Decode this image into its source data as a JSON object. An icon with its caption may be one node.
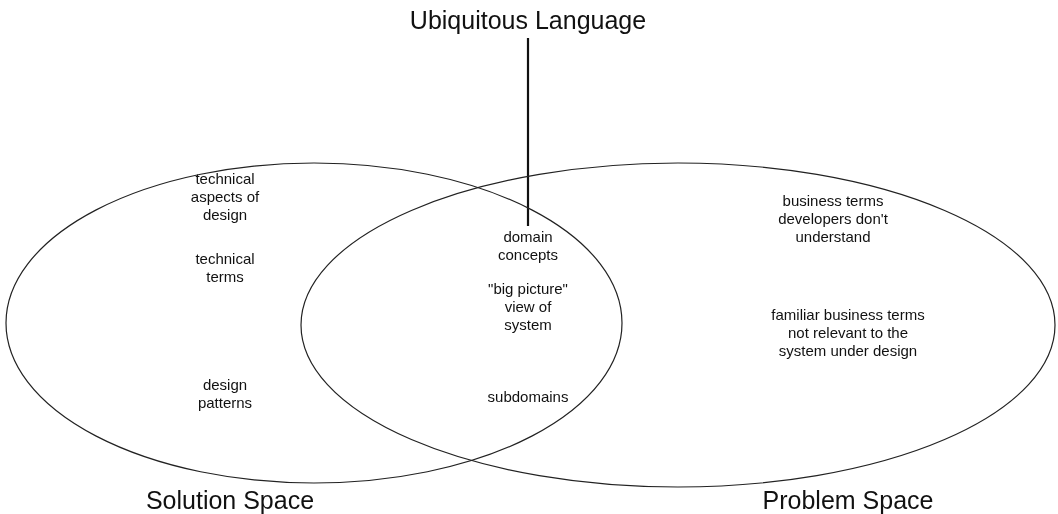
{
  "diagram": {
    "nodes": [
      {
        "text": [
          "Ubiquitous Language"
        ]
      },
      {
        "text": [
          "Solution Space"
        ]
      },
      {
        "text": [
          "Problem Space"
        ]
      },
      {
        "text": [
          "domain concepts"
        ]
      }
    ],
    "edges": [
      {
        "from": 0,
        "to": 3,
        "arrow": "none"
      }
    ],
    "labels": [
      "technical aspects of design",
      "business terms developers don't understand",
      "technical terms",
      "\"big picture\" view of system",
      "familiar business terms not relevant to the system under design",
      "design patterns",
      "subdomains"
    ]
  }
}
